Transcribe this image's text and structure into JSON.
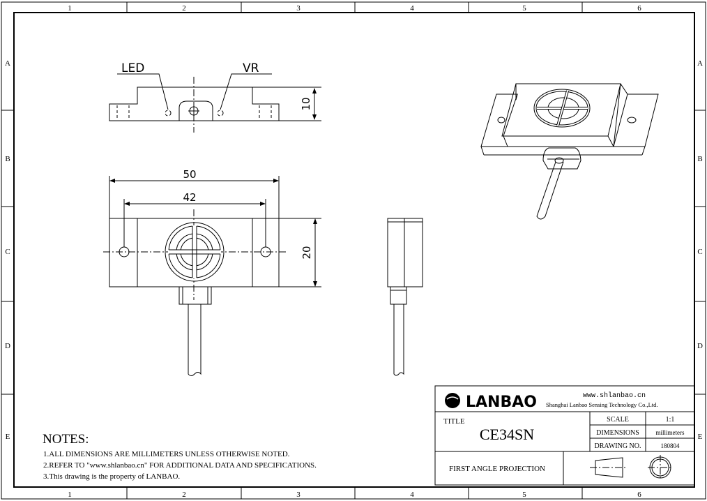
{
  "grid": {
    "columns": [
      "1",
      "2",
      "3",
      "4",
      "5",
      "6"
    ],
    "rows": [
      "A",
      "B",
      "C",
      "D",
      "E"
    ]
  },
  "callouts": {
    "led": "LED",
    "vr": "VR"
  },
  "dimensions": {
    "height_top": "10",
    "overall_width": "50",
    "hole_spacing": "42",
    "body_height": "20"
  },
  "notes": {
    "heading": "NOTES:",
    "items": [
      "1.ALL DIMENSIONS ARE MILLIMETERS UNLESS OTHERWISE NOTED.",
      "2.REFER TO \"www.shlanbao.cn\" FOR ADDITIONAL DATA AND SPECIFICATIONS.",
      "3.This drawing is the property of LANBAO."
    ]
  },
  "title_block": {
    "brand": "LANBAO",
    "website": "www.shlanbao.cn",
    "company": "Shanghai Lanbao Sensing Technology Co.,Ltd.",
    "title_label": "TITLE",
    "title": "CE34SN",
    "scale_label": "SCALE",
    "scale": "1:1",
    "dimensions_label": "DIMENSIONS",
    "dimensions": "millimeters",
    "drawing_no_label": "DRAWING NO.",
    "drawing_no": "180804",
    "projection": "FIRST ANGLE PROJECTION"
  }
}
